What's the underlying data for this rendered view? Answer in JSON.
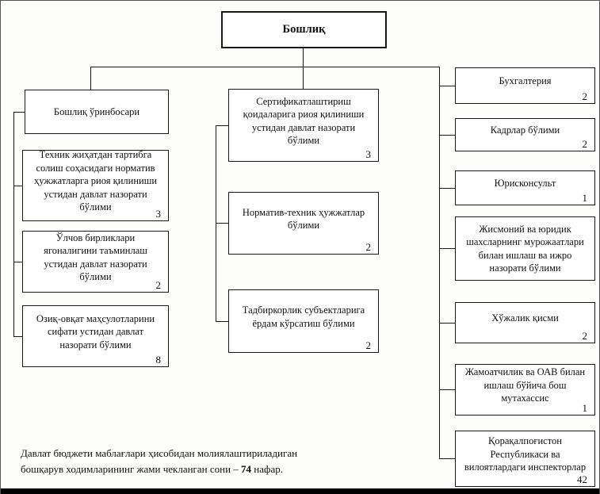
{
  "boxes": {
    "chief": {
      "label": "Бошлиқ"
    },
    "deputy": {
      "label": "Бошлиқ ўринбосари"
    },
    "left1": {
      "label": "Техник жиҳатдан тартибга солиш соҳасидаги норматив ҳужжатларга риоя қилиниши устидан давлат назорати бўлими",
      "count": "3"
    },
    "left2": {
      "label": "Ўлчов бирликлари ягоналигини таъминлаш устидан давлат назорати бўлими",
      "count": "2"
    },
    "left3": {
      "label": "Озиқ-овқат маҳсулотларини сифати устидан давлат назорати бўлими",
      "count": "8"
    },
    "mid1": {
      "label": "Сертификатлаштириш қоидаларига риоя қилиниши устидан давлат назорати бўлими",
      "count": "3"
    },
    "mid2": {
      "label": "Норматив-техник ҳужжатлар бўлими",
      "count": "2"
    },
    "mid3": {
      "label": "Тадбиркорлик субъектларига ёрдам кўрсатиш бўлими",
      "count": "2"
    },
    "right1": {
      "label": "Бухгалтерия",
      "count": "2"
    },
    "right2": {
      "label": "Кадрлар бўлими",
      "count": "2"
    },
    "right3": {
      "label": "Юрисконсульт",
      "count": "1"
    },
    "right4": {
      "label": "Жисмоний ва юридик шахсларнинг мурожаатлари билан ишлаш ва ижро назорати бўлими"
    },
    "right5": {
      "label": "Хўжалик қисми",
      "count": "2"
    },
    "right6": {
      "label": "Жамоатчилик ва ОАВ билан ишлаш бўйича бош мутахассис",
      "count": "1"
    },
    "right7": {
      "label": "Қорақалпоғистон Республикаси ва вилоятлардаги инспекторлар",
      "count": "42"
    }
  },
  "footnote": {
    "text_before": "Давлат бюджети маблағлари ҳисобидан молиялаштириладиган бошқарув ходимларининг жами чекланган сони – ",
    "bold_value": "74",
    "text_after": " нафар."
  },
  "colors": {
    "line": "#1a1a1a",
    "background": "#fdfdfc",
    "text": "#111111"
  }
}
